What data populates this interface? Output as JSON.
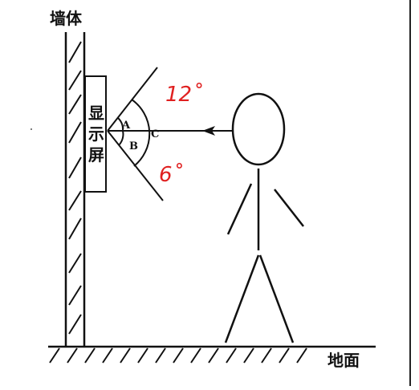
{
  "labels": {
    "wall": "墙体",
    "display": "显示屏",
    "ground": "地面",
    "angle_a": "A",
    "angle_b": "B",
    "angle_c": "C"
  },
  "annotations": {
    "upper_angle": "12˚",
    "lower_angle": "6˚"
  }
}
